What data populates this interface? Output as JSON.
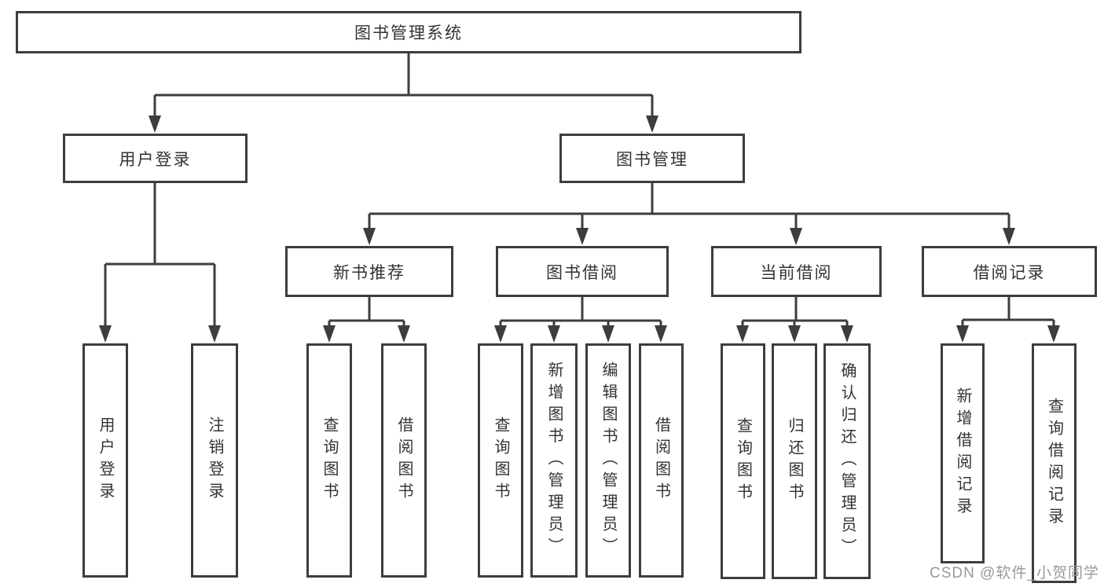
{
  "diagram_type": "tree",
  "colors": {
    "line": "#3d3d3d",
    "box_border": "#3d3d3d",
    "text": "#333333",
    "watermark": "#98989f",
    "background": "#ffffff"
  },
  "tree": {
    "label": "图书管理系统",
    "children": [
      {
        "label": "用户登录",
        "children": [
          {
            "label": "用户登录"
          },
          {
            "label": "注销登录"
          }
        ]
      },
      {
        "label": "图书管理",
        "children": [
          {
            "label": "新书推荐",
            "children": [
              {
                "label": "查询图书"
              },
              {
                "label": "借阅图书"
              }
            ]
          },
          {
            "label": "图书借阅",
            "children": [
              {
                "label": "查询图书"
              },
              {
                "label": "新增图书（管理员）"
              },
              {
                "label": "编辑图书（管理员）"
              },
              {
                "label": "借阅图书"
              }
            ]
          },
          {
            "label": "当前借阅",
            "children": [
              {
                "label": "查询图书"
              },
              {
                "label": "归还图书"
              },
              {
                "label": "确认归还（管理员）"
              }
            ]
          },
          {
            "label": "借阅记录",
            "children": [
              {
                "label": "新增借阅记录"
              },
              {
                "label": "查询借阅记录"
              }
            ]
          }
        ]
      }
    ]
  },
  "watermark": {
    "text": "CSDN @软件_小贺同学"
  }
}
